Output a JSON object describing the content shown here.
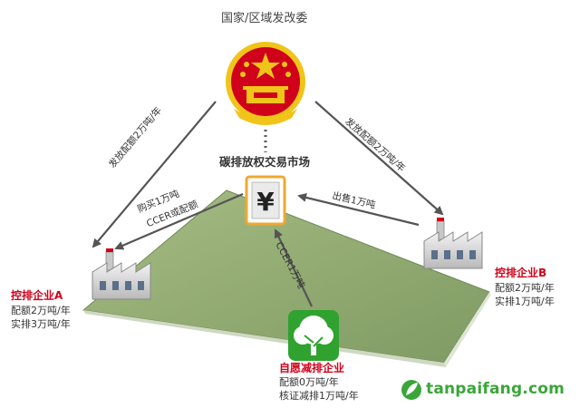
{
  "authority": {
    "label": "国家/区域发改委"
  },
  "market": {
    "label": "碳排放权交易市场",
    "symbol": "¥"
  },
  "arrows": {
    "gov_to_a": "发放配额2万吨/年",
    "gov_to_b": "发放配额2万吨/年",
    "b_to_market": "出售1万吨",
    "market_to_a_line1": "购买1万吨",
    "market_to_a_line2": "CCER或配额",
    "voluntary_to_market": "CCER1万吨"
  },
  "enterprise_a": {
    "name": "控排企业A",
    "quota": "配额2万吨/年",
    "emission": "实排3万吨/年"
  },
  "enterprise_b": {
    "name": "控排企业B",
    "quota": "配额2万吨/年",
    "emission": "实排1万吨/年"
  },
  "voluntary": {
    "name": "自愿减排企业",
    "quota": "配额0万吨/年",
    "reduction": "核证减排1万吨/年"
  },
  "brand": {
    "text": "tanpaifang.com"
  },
  "colors": {
    "platform": "#8faa70",
    "emblem_red": "#d0021b",
    "emblem_gold": "#f0c419",
    "voluntary_green": "#2fa22f",
    "brand_green": "#3aa63a"
  }
}
